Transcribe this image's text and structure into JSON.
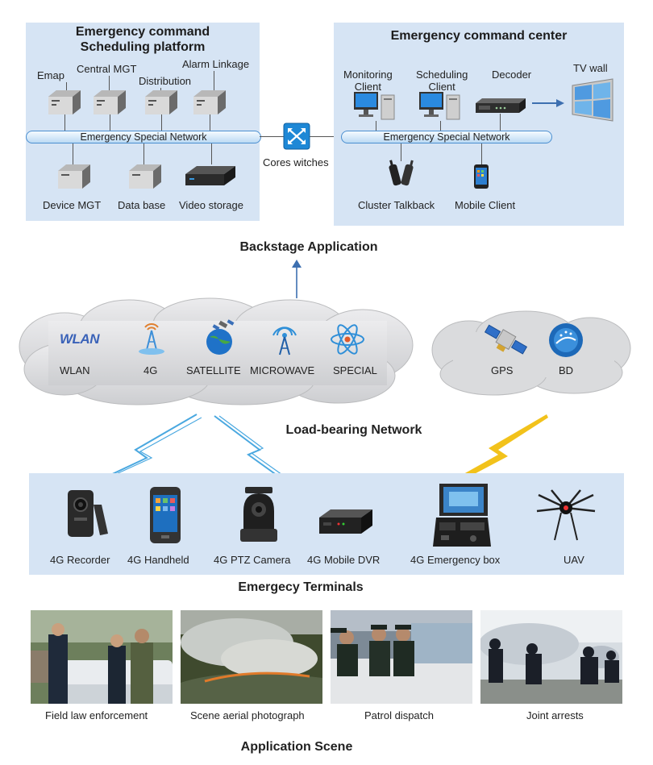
{
  "platform": {
    "title_line1": "Emergency command",
    "title_line2": "Scheduling platform",
    "network": "Emergency Special Network",
    "top_items": [
      "Emap",
      "Central MGT",
      "Distribution",
      "Alarm Linkage"
    ],
    "bottom_items": [
      "Device MGT",
      "Data base",
      "Video storage"
    ]
  },
  "core_switch": "Cores witches",
  "center": {
    "title": "Emergency command center",
    "network": "Emergency Special Network",
    "monitoring": [
      "Monitoring",
      "Client"
    ],
    "scheduling": [
      "Scheduling",
      "Client"
    ],
    "decoder": "Decoder",
    "tv_wall": "TV wall",
    "talkback": "Cluster Talkback",
    "mobile": "Mobile Client"
  },
  "backstage": "Backstage Application",
  "networks": {
    "items": [
      "WLAN",
      "4G",
      "SATELLITE",
      "MICROWAVE",
      "SPECIAL"
    ],
    "wlan_logo": "WLAN",
    "nav_items": [
      "GPS",
      "BD"
    ],
    "title": "Load-bearing Network"
  },
  "terminals": {
    "items": [
      "4G Recorder",
      "4G Handheld",
      "4G PTZ Camera",
      "4G Mobile DVR",
      "4G Emergency box",
      "UAV"
    ],
    "title": "Emergecy Terminals"
  },
  "scenes": {
    "items": [
      "Field law enforcement",
      "Scene aerial photograph",
      "Patrol dispatch",
      "Joint arrests"
    ],
    "title": "Application Scene"
  },
  "colors": {
    "panel": "#d6e4f4",
    "cloud": "#d9dadc",
    "lightning_blue": "#4aa8e0",
    "lightning_yellow": "#f2c21b",
    "arrow": "#3d6fb0"
  }
}
